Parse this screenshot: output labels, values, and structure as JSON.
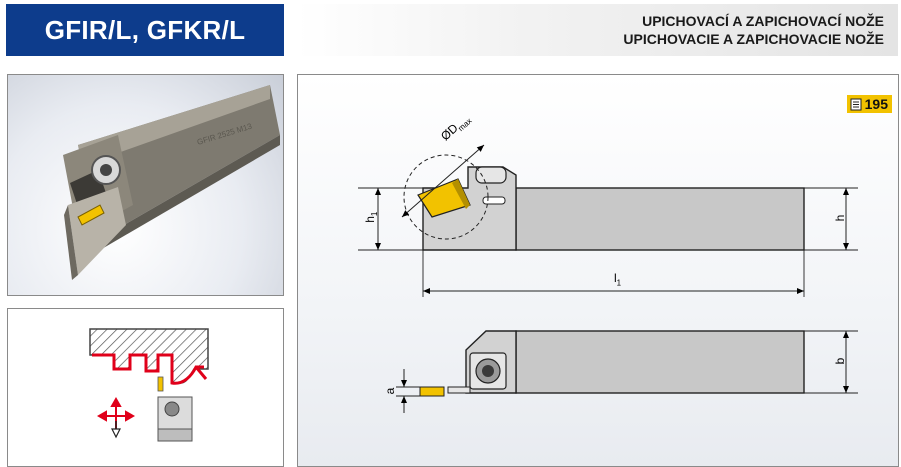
{
  "header": {
    "product_code": "GFIR/L, GFKR/L",
    "subtitle_line_1": "UPICHOVACÍ A ZAPICHOVACÍ NOŽE",
    "subtitle_line_2": "UPICHOVACIE A ZAPICHOVACIE NOŽE"
  },
  "page_reference": {
    "icon": "book-icon",
    "page": "195",
    "color": "#f2c200"
  },
  "dimensions": {
    "h1": "h",
    "h1_sub": "1",
    "diameter": "ØD",
    "diameter_sub": "max",
    "h": "h",
    "l1": "l",
    "l1_sub": "1",
    "b": "b",
    "a": "a"
  },
  "colors": {
    "title_background": "#0d3c8c",
    "insert_yellow": "#f2c200",
    "cut_profile_red": "#e0001a",
    "shank_gray": "#c8c8c8"
  }
}
